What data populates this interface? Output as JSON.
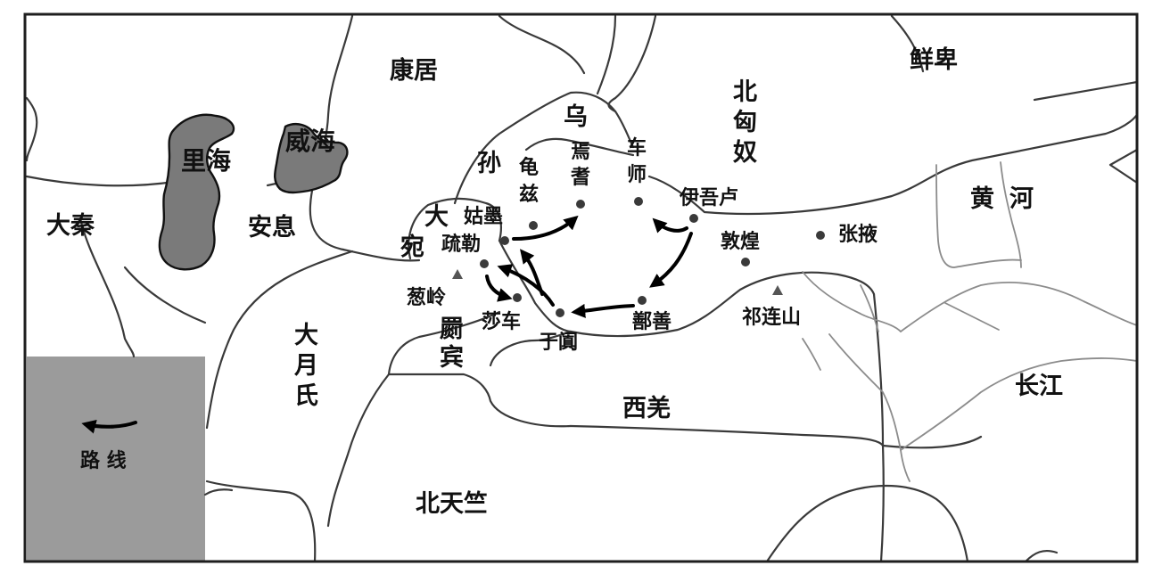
{
  "regions": {
    "da_qin": "大秦",
    "li_hai": "里海",
    "wei_hai": "威海",
    "an_xi": "安息",
    "kang_ju": "康居",
    "wu": "乌",
    "sun": "孙",
    "da": "大",
    "wan": "宛",
    "bei": "北",
    "xiong": "匈",
    "nu": "奴",
    "xian_bei": "鲜卑",
    "huang": "黄",
    "he": "河",
    "da_yue_zhi_1": "大",
    "da_yue_zhi_2": "月",
    "da_yue_zhi_3": "氏",
    "ji_bin_1": "罽",
    "ji_bin_2": "宾",
    "xi_qiang": "西羌",
    "chang_jiang": "长江",
    "bei_tian_zhu": "北天竺"
  },
  "cities": {
    "yan_1": "焉",
    "yan_2": "耆",
    "che_1": "车",
    "che_2": "师",
    "gui_1": "龟",
    "gui_2": "兹",
    "yi_wu_lu": "伊吾卢",
    "gu_mo": "姑墨",
    "shu_le": "疏勒",
    "dun_huang": "敦煌",
    "zhang_ye": "张掖",
    "shan_shan": "鄯善",
    "yu_tian": "于阗",
    "sha_che": "莎车"
  },
  "mountains": {
    "cong_ling": "葱岭",
    "qi_lian_shan": "祁连山"
  },
  "legend": {
    "route_label": "路 线"
  },
  "colors": {
    "lake_fill": "#7a7a7a",
    "legend_fill": "#9b9b9b",
    "border_stroke": "#3a3a3a",
    "river_stroke": "#8c8c8c",
    "route_stroke": "#000000"
  }
}
